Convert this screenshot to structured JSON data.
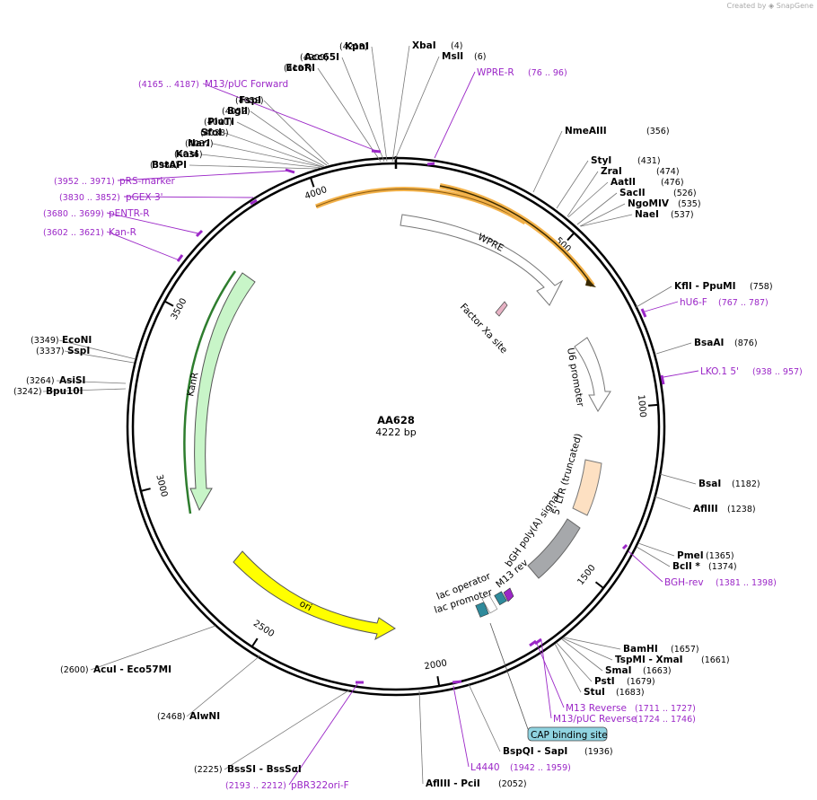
{
  "plasmid": {
    "name": "AA628",
    "length_label": "4222 bp",
    "length": 4222
  },
  "credit": {
    "prefix": "Created by",
    "brand": "SnapGene"
  },
  "colors": {
    "primer": "#9b27c7",
    "backbone": "#000000",
    "orange": "#f3b24a",
    "kanr": "#c8f5c8",
    "ori": "#ffff00",
    "grey": "#a6a8ab",
    "ltr": "#fde0c2",
    "lac": "#2f8a9b",
    "cap": "#8fd3e0"
  },
  "ticks": [
    {
      "label": "500",
      "pos": 500
    },
    {
      "label": "1000",
      "pos": 1000
    },
    {
      "label": "1500",
      "pos": 1500
    },
    {
      "label": "2000",
      "pos": 2000
    },
    {
      "label": "2500",
      "pos": 2500
    },
    {
      "label": "3000",
      "pos": 3000
    },
    {
      "label": "3500",
      "pos": 3500
    },
    {
      "label": "4000",
      "pos": 4000
    }
  ],
  "enzymes": [
    {
      "name": "XbaI",
      "pos": "(4)"
    },
    {
      "name": "MslI",
      "pos": "(6)"
    },
    {
      "name": "KpnI",
      "pos": "(4213)"
    },
    {
      "name": "Acc65I",
      "pos": "(4209)"
    },
    {
      "name": "EcoRI",
      "pos": "(4197)"
    },
    {
      "name": "FspI",
      "pos": "(4059)"
    },
    {
      "name": "BglI",
      "pos": "(4052)"
    },
    {
      "name": "PluTI",
      "pos": "(4040)"
    },
    {
      "name": "SfoI",
      "pos": "(4038)"
    },
    {
      "name": "NarI",
      "pos": "(4037)"
    },
    {
      "name": "KasI",
      "pos": "(4036)"
    },
    {
      "name": "BstAPI",
      "pos": "(3986)"
    },
    {
      "name": "NmeAIII",
      "pos": "(356)"
    },
    {
      "name": "StyI",
      "pos": "(431)"
    },
    {
      "name": "ZraI",
      "pos": "(474)"
    },
    {
      "name": "AatII",
      "pos": "(476)"
    },
    {
      "name": "SacII",
      "pos": "(526)"
    },
    {
      "name": "NgoMIV",
      "pos": "(535)"
    },
    {
      "name": "NaeI",
      "pos": "(537)"
    },
    {
      "name": "KflI - PpuMI",
      "pos": "(758)"
    },
    {
      "name": "BsaAI",
      "pos": "(876)"
    },
    {
      "name": "BsaI",
      "pos": "(1182)"
    },
    {
      "name": "AflIII",
      "pos": "(1238)"
    },
    {
      "name": "PmeI",
      "pos": "(1365)"
    },
    {
      "name": "BclI *",
      "pos": "(1374)"
    },
    {
      "name": "BamHI",
      "pos": "(1657)"
    },
    {
      "name": "TspMI - XmaI",
      "pos": "(1661)"
    },
    {
      "name": "SmaI",
      "pos": "(1663)"
    },
    {
      "name": "PstI",
      "pos": "(1679)"
    },
    {
      "name": "StuI",
      "pos": "(1683)"
    },
    {
      "name": "BspQI - SapI",
      "pos": "(1936)"
    },
    {
      "name": "AflIII - PciI",
      "pos": "(2052)"
    },
    {
      "name": "BssSI - BssSαI",
      "pos": "(2225)"
    },
    {
      "name": "AlwNI",
      "pos": "(2468)"
    },
    {
      "name": "AcuI - Eco57MI",
      "pos": "(2600)"
    },
    {
      "name": "EcoNI",
      "pos": "(3349)"
    },
    {
      "name": "SspI",
      "pos": "(3337)"
    },
    {
      "name": "AsiSI",
      "pos": "(3264)"
    },
    {
      "name": "Bpu10I",
      "pos": "(3242)"
    }
  ],
  "primers": [
    {
      "name": "WPRE-R",
      "pos": "(76 .. 96)"
    },
    {
      "name": "M13/pUC Forward",
      "pos": "(4165 .. 4187)"
    },
    {
      "name": "pRS-marker",
      "pos": "(3952 .. 3971)"
    },
    {
      "name": "pGEX 3'",
      "pos": "(3830 .. 3852)"
    },
    {
      "name": "pENTR-R",
      "pos": "(3680 .. 3699)"
    },
    {
      "name": "Kan-R",
      "pos": "(3602 .. 3621)"
    },
    {
      "name": "hU6-F",
      "pos": "(767 .. 787)"
    },
    {
      "name": "LKO.1 5'",
      "pos": "(938 .. 957)"
    },
    {
      "name": "BGH-rev",
      "pos": "(1381 .. 1398)"
    },
    {
      "name": "M13 Reverse",
      "pos": "(1711 .. 1727)"
    },
    {
      "name": "M13/pUC Reverse",
      "pos": "(1724 .. 1746)"
    },
    {
      "name": "L4440",
      "pos": "(1942 .. 1959)"
    },
    {
      "name": "pBR322ori-F",
      "pos": "(2193 .. 2212)"
    }
  ],
  "features": {
    "wpre": "WPRE",
    "factor_xa": "Factor Xa site",
    "u6": "U6 promoter",
    "ltr": "5' LTR (truncated)",
    "bgh": "bGH poly(A) signal",
    "m13rev": "M13 rev",
    "lac_operator": "lac operator",
    "lac_promoter": "lac promoter",
    "kanr": "KanR",
    "ori": "ori",
    "cap": "CAP binding site"
  }
}
